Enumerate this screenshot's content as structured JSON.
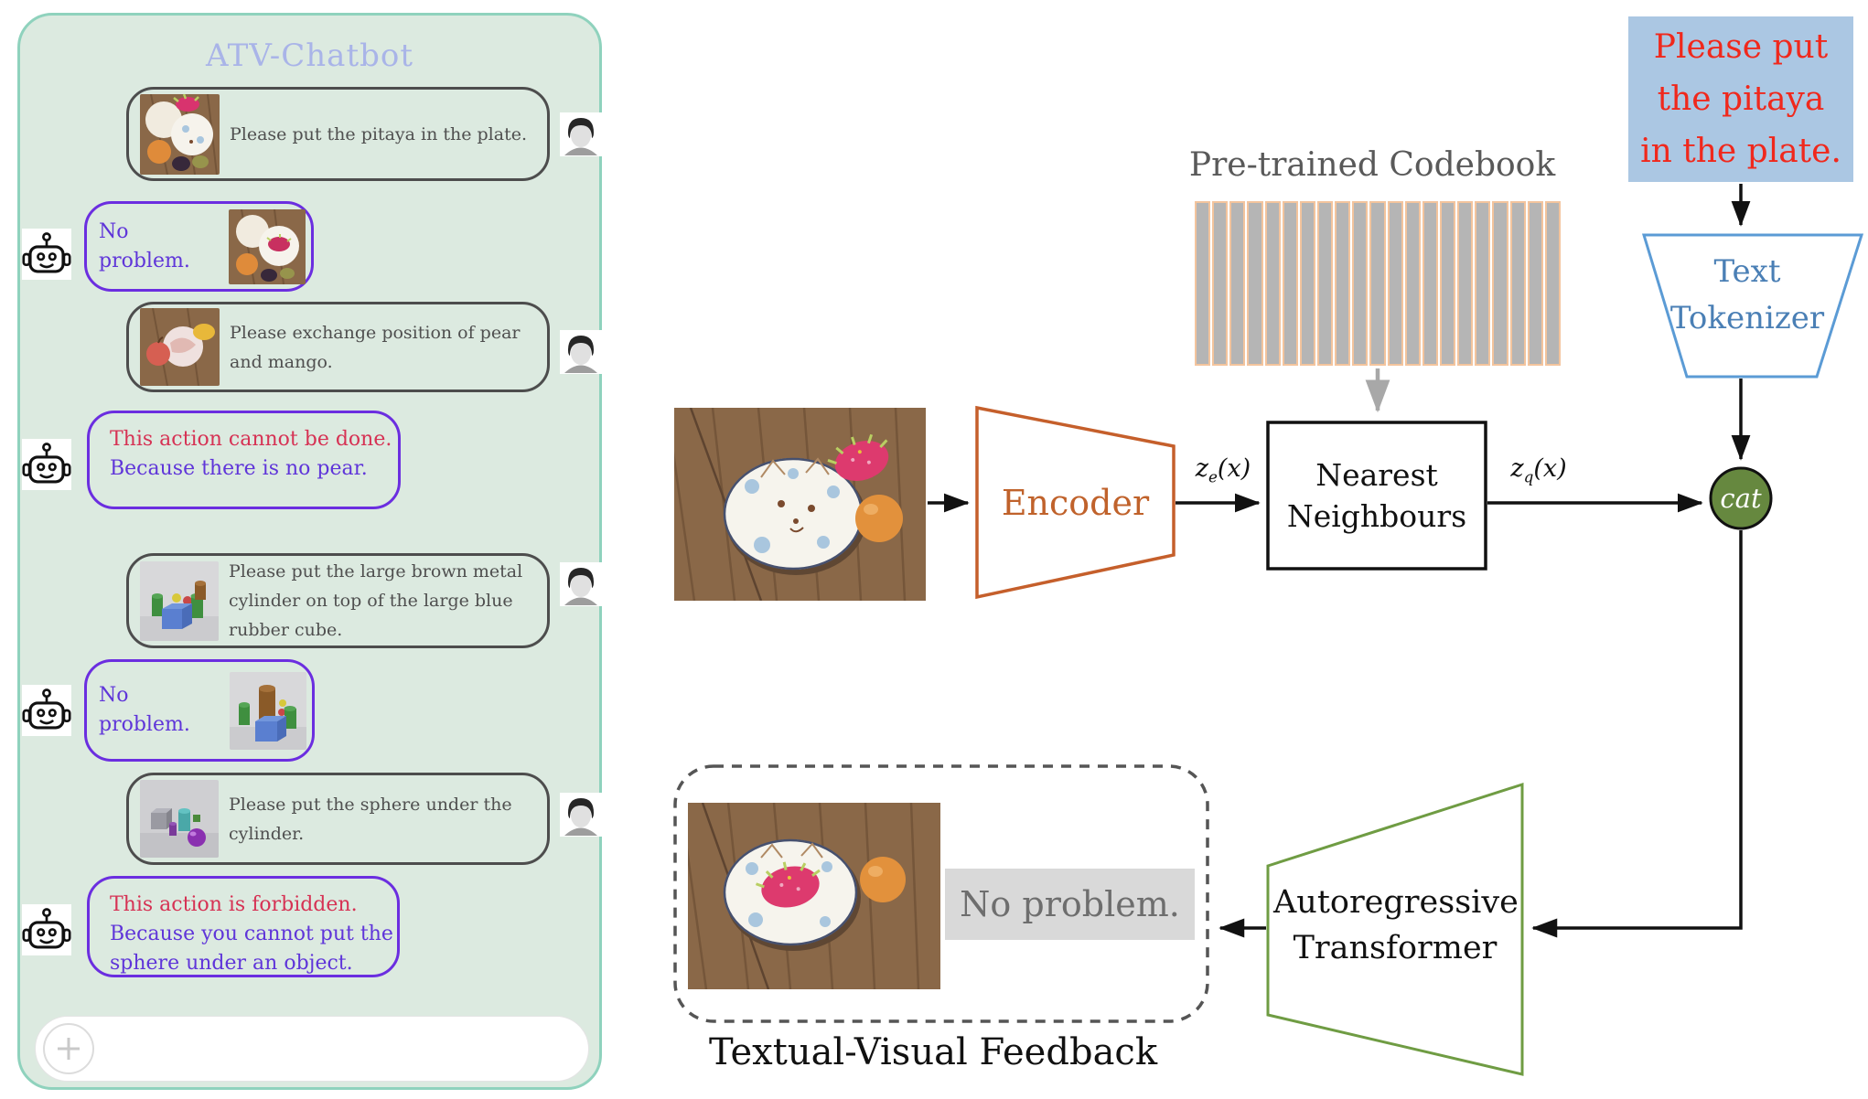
{
  "chat": {
    "title": "ATV-Chatbot",
    "messages": [
      {
        "role": "user",
        "lines": [
          "Please put the pitaya in the plate."
        ]
      },
      {
        "role": "bot",
        "lines": [
          "No problem."
        ]
      },
      {
        "role": "user",
        "lines": [
          "Please exchange position of pear",
          "and mango."
        ]
      },
      {
        "role": "bot",
        "lines": [
          "This action cannot be done.",
          "Because there is no pear."
        ]
      },
      {
        "role": "user",
        "lines": [
          "Please put the large brown metal",
          "cylinder on top of the large blue",
          "rubber cube."
        ]
      },
      {
        "role": "bot",
        "lines": [
          "No problem."
        ]
      },
      {
        "role": "user",
        "lines": [
          "Please put the sphere under the",
          "cylinder."
        ]
      },
      {
        "role": "bot",
        "lines": [
          "This action is forbidden.",
          "Because you cannot put the",
          "sphere under an object."
        ]
      }
    ],
    "input": {
      "placeholder": ""
    }
  },
  "diagram": {
    "instruction_box": {
      "lines": [
        "Please put",
        "the pitaya",
        "in the plate."
      ]
    },
    "codebook": {
      "label": "Pre-trained Codebook",
      "cells": 21
    },
    "encoder_label": "Encoder",
    "ze": {
      "base": "z",
      "sub": "e",
      "args": "(x)"
    },
    "zq": {
      "base": "z",
      "sub": "q",
      "args": "(x)"
    },
    "nearest_neighbours_lines": [
      "Nearest",
      "Neighbours"
    ],
    "tokenizer_lines": [
      "Text",
      "Tokenizer"
    ],
    "concat_label": "cat",
    "transformer_lines": [
      "Autoregressive",
      "Transformer"
    ],
    "feedback_text": "No problem.",
    "feedback_caption": "Textual-Visual Feedback"
  },
  "colors": {
    "panel_bg": "#dceae0",
    "panel_border": "#8fd2bd",
    "title": "#a9b4e8",
    "user_bubble_border": "#4d4d4d",
    "user_text": "#4f4f4f",
    "bot_bubble_border": "#6b2ee0",
    "bot_text": "#5f35d9",
    "error_text": "#d63254",
    "instruction_bg": "#abc7e3",
    "instruction_text": "#f0281c",
    "tokenizer_blue": "#5b9bd5",
    "encoder_orange": "#c0622b",
    "concat_green": "#66883f",
    "transformer_green": "#6f9c43",
    "codebook_bar": "#b5b5b5",
    "codebook_bar_border": "#f3c49d",
    "feedback_box_bg": "#d9d9d9",
    "feedback_box_text": "#6e6e6e"
  }
}
